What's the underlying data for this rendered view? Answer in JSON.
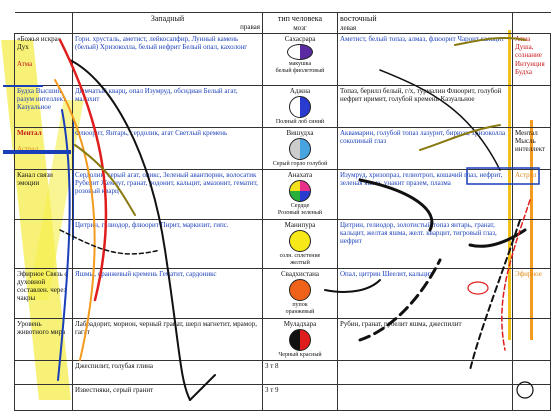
{
  "header": {
    "west": "Западный",
    "type": "тип человека",
    "east": "восточный",
    "right": "правая",
    "brain": "мозг",
    "left": "левая"
  },
  "rows": [
    {
      "left": "«Божья искра» Дух",
      "left2": "Атма",
      "west": "Горн. хрусталь, аметист, лейкосапфир, Лунный камень (белый) Хризоколла, белый нефрит Белый опал, кахолонг",
      "chakra": "Сахасрара",
      "chakra_cap": "макушка",
      "chakra_cap2": "белый   фиолетовый",
      "east": "Аметист, белый топаз, алмаз, флюорит Чароит кальцит",
      "far": "Атма Душа, сознание Интуиция Будха"
    },
    {
      "left": "Будха Высший разум интеллект",
      "left2": "Казуальное",
      "west": "Дымчатый кварц, опал Изумруд, обсидиан  Белый агат, малахит",
      "chakra": "Аджна",
      "chakra_cap": "Полный  лоб  синий",
      "east": "Топаз, берилл белый, г/х, турмалин Флюорит, голубой нефрит  иримит, голубой кремень  Казуальное",
      "far": ""
    },
    {
      "left": "Ментал",
      "left2": "Астрал",
      "west": "Флюорит, Янтарь, сердолик, агат Светлый кремень",
      "chakra": "Вишудха",
      "chakra_cap": "Серый  горло  голубой",
      "east": "Аквамарин, голубой топаз  лазурит, бирюза, хризоколла  соколиный глаз",
      "far": "Ментал Мысль интеллект"
    },
    {
      "left": "Канал связи эмоции",
      "west": "Сердолик, серый агат, оникс, Зеленый авантюрин, волосатик Рубелит  Жемчуг, гранат, родонит, кальцит, амазонит, гематит, розовый кварц",
      "chakra": "Анахата",
      "chakra_cap": "Сердце",
      "chakra_cap2": "Розовый        зеленый",
      "east": "Изумруд, хризопраз, гелиотроп, кошачий глаз, нефрит, зеленая яшма, унакит  празем, плазма",
      "far": "Астрал"
    },
    {
      "left": "",
      "west": "Цитрин, гелиодор, флюорит Пирит, маркизит, гипс.",
      "chakra": "Манипура",
      "chakra_cap": "солн. сплетение",
      "chakra_cap2": "желтый",
      "east": "Цитрин, гелиодор, золотистый топаз янтарь, гранат, кальцит,  желтая яшма, желт. кварцит, тигровый глаз, нефрит",
      "far": ""
    },
    {
      "left": "Эфирное Связь с духовной составлен. через чакры",
      "west": "Яшмы, оранжевый кремень Гематит, сардоникс",
      "chakra": "Свадхистана",
      "chakra_cap": "пупок",
      "chakra_cap2": "оранжевый",
      "east": "Опал, цитрин  Шеелит, кальцит",
      "far": "Эфирное"
    },
    {
      "left": "Уровень животного мира",
      "west": "Лабрадорит, морион, черный гранат, шерл магнетит, мрамор, гагат",
      "chakra": "Муладхара",
      "chakra_cap": "Черный       красный",
      "east": "Рубин, гранат, рубелит  яшма, джеспилит",
      "far": ""
    },
    {
      "left": "",
      "west": "Джеспилит, голубая глина",
      "chakra": "3 т 8",
      "chakra_cap": "",
      "east": "",
      "far": ""
    },
    {
      "left": "",
      "west": "Известняки, серый гранит",
      "chakra": "3 т 9",
      "chakra_cap": "",
      "east": "",
      "far": ""
    }
  ],
  "colors": {
    "yellow": "#f2ea2a",
    "red": "#e01d1d",
    "orange": "#f39a1f",
    "blue": "#1a3fb8",
    "olive": "#8a7a12"
  }
}
